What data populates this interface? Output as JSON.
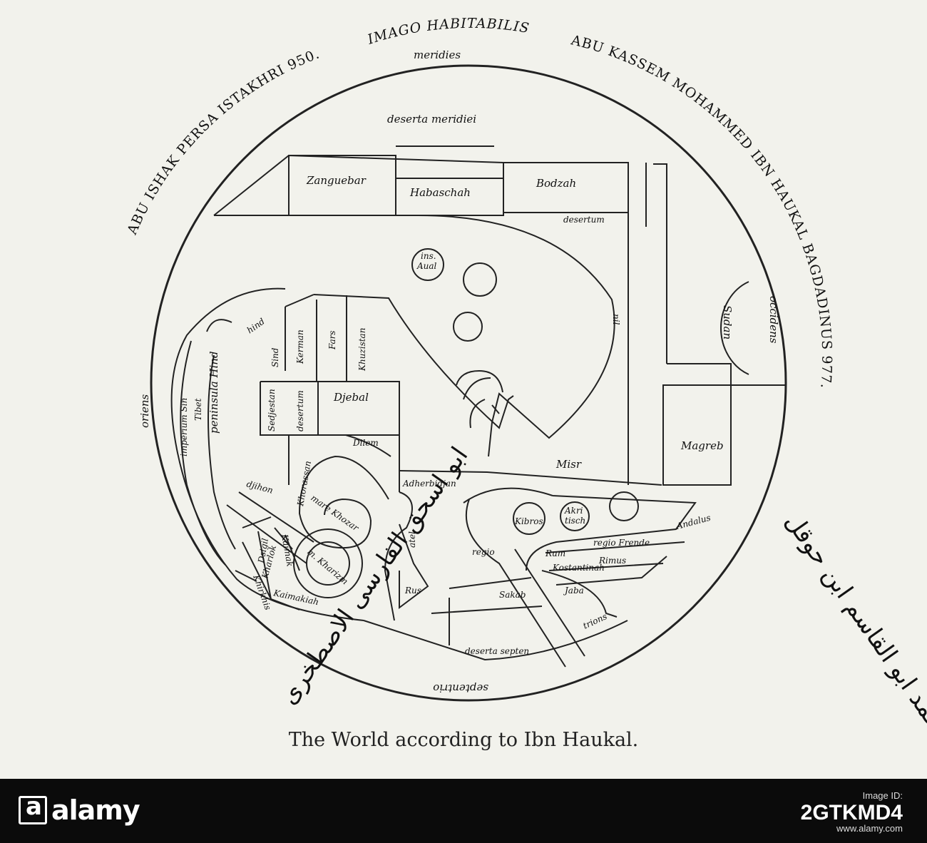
{
  "caption": "The World according to Ibn Haukal.",
  "rim": {
    "left_arc": "ABU ISHAK PERSA ISTAKHRI 950.",
    "top_arc": "IMAGO HABITABILIS",
    "right_arc": "ABU KASSEM MOHAMMED IBN HAUKAL BAGDADINUS 977."
  },
  "arabic": {
    "left": "ابو اسحق الفارسى الاصطخرى",
    "right": "محمد ابو القاسم ابن حوقل"
  },
  "directions": {
    "south": "meridies",
    "north": "septentrio",
    "east": "oriens",
    "west": "occidens"
  },
  "regions": {
    "deserta_meridiei": "deserta meridiei",
    "zanguebar": "Zanguebar",
    "habaschah": "Habaschah",
    "bodzah": "Bodzah",
    "desertum": "desertum",
    "ins_aual_1": "ins.",
    "ins_aual_2": "Aual",
    "sudan": "Sudan",
    "nil": "nil",
    "magreb": "Magreb",
    "misr": "Misr",
    "mare_hind": "hind",
    "sind": "Sind",
    "kerman": "Kerman",
    "fars": "Fars",
    "khuzistan": "Khuzistan",
    "djebal": "Djebal",
    "sedjestan": "Sedjestan",
    "desertum_2": "desertum",
    "dilem": "Dilem",
    "imperium_sin": "imperium Sin",
    "tibet": "Tibet",
    "peninsula_hind": "peninsula Hind",
    "khorassan": "Khorassan",
    "mare_khozar": "mare Khozar",
    "adherbidjan": "Adherbidjan",
    "atel": "atel",
    "djihon": "djihon",
    "dsigil": "Dsigil",
    "khirkhis": "Khirkhis",
    "kaimak": "Kaimak",
    "kharlok": "Kharlok",
    "mare_kharizm": "m. Kharizm",
    "kaimakiah": "Kaimakiah",
    "rus": "Rus",
    "kibros": "Kibros",
    "akritisch_1": "Akri",
    "akritisch_2": "tisch",
    "regio_1": "regio",
    "regio_frende": "regio Frende",
    "andalus": "Andalus",
    "rum": "Rum",
    "rimus": "Rimus",
    "kostantinah": "Kostantinah",
    "sakab": "Sakab",
    "jaba": "Jaba",
    "trions": "trions",
    "deserta_septen": "deserta septen"
  },
  "stock": {
    "brand": "alamy",
    "image_id_label": "Image ID:",
    "image_id": "2GTKMD4",
    "url": "www.alamy.com"
  }
}
